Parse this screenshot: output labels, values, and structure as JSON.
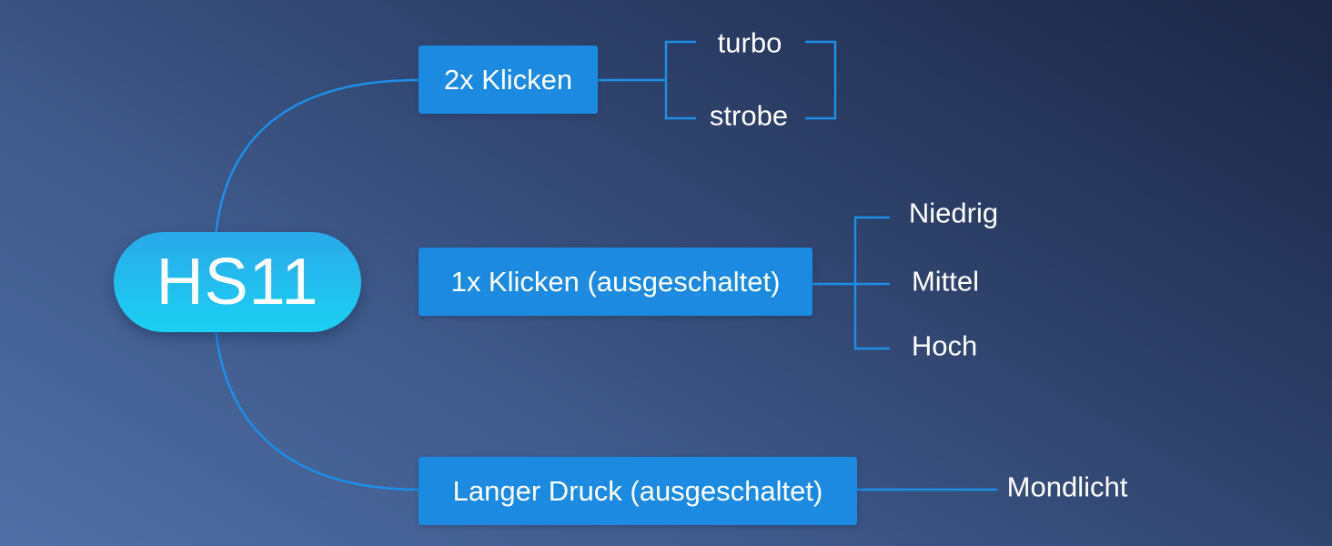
{
  "root": {
    "label": "HS11"
  },
  "branches": [
    {
      "label": "2x Klicken",
      "options": [
        "turbo",
        "strobe"
      ]
    },
    {
      "label": "1x Klicken (ausgeschaltet)",
      "options": [
        "Niedrig",
        "Mittel",
        "Hoch"
      ]
    },
    {
      "label": "Langer Druck (ausgeschaltet)",
      "options": [
        "Mondlicht"
      ]
    }
  ],
  "colors": {
    "background_light": "#4f6fa6",
    "background_dark": "#1c2645",
    "root_fill_top": "#29a9e9",
    "root_fill_bottom": "#1bd0f2",
    "box_fill": "#1b8ae0",
    "connector": "#1d8fe8",
    "text": "#ffffff"
  }
}
